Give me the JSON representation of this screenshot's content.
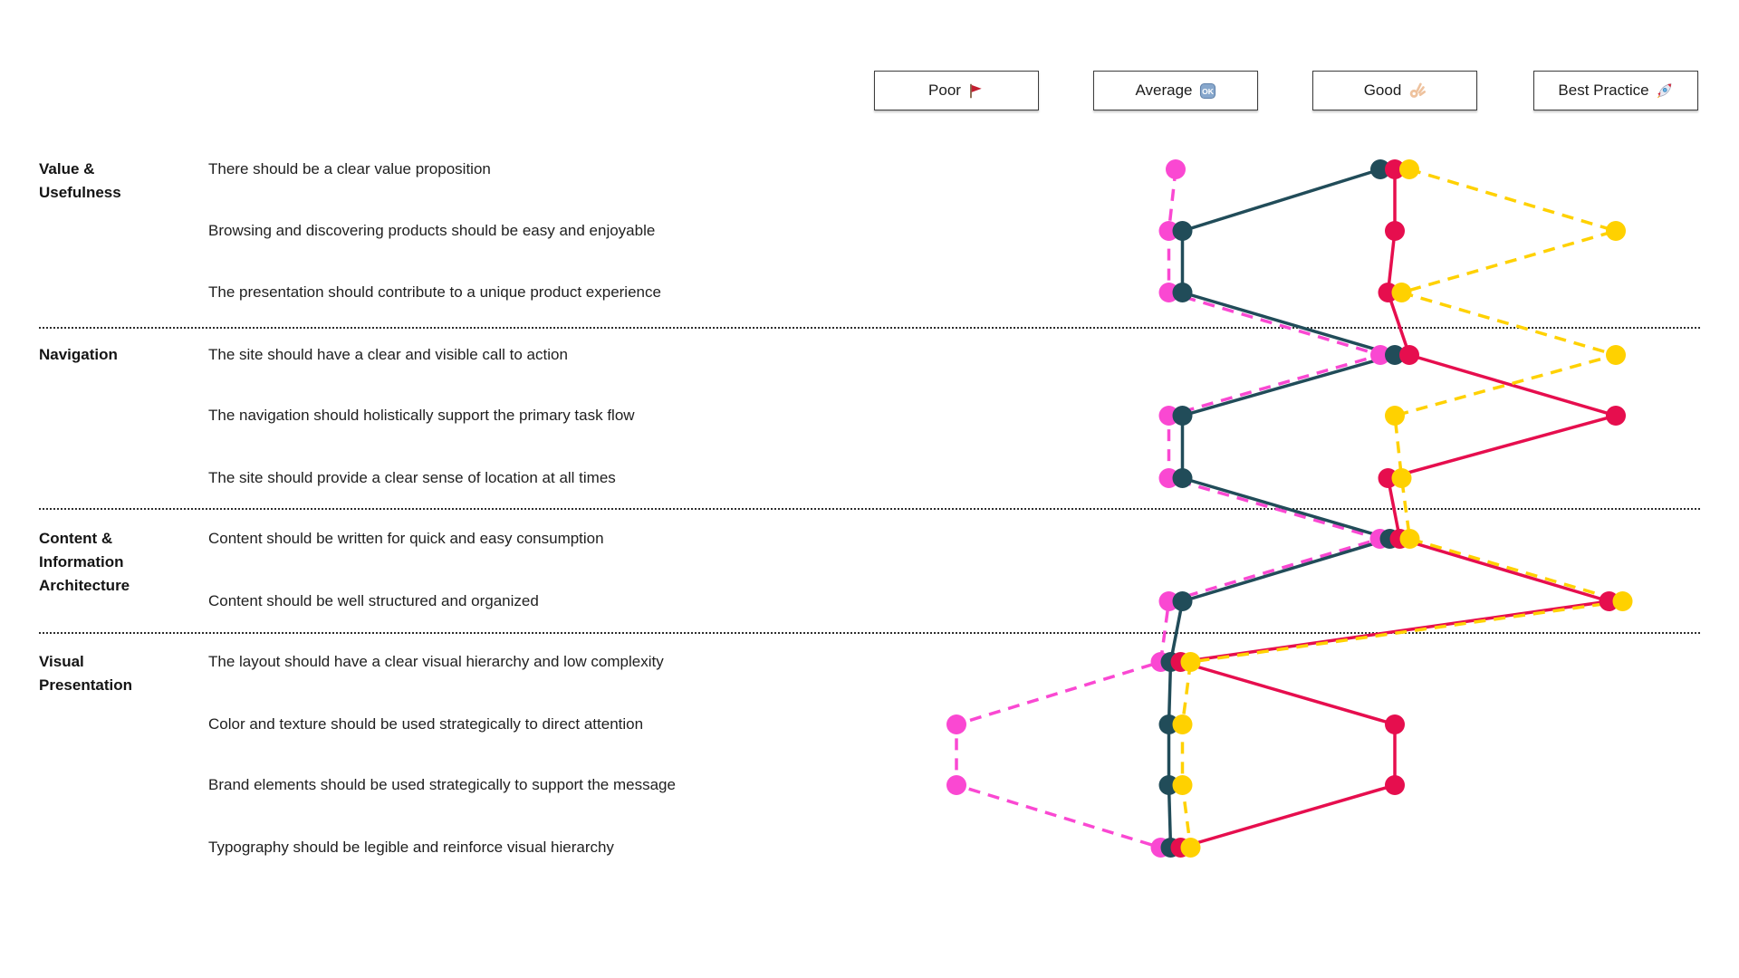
{
  "columns": [
    {
      "label": "Poor",
      "icon": "flag-icon"
    },
    {
      "label": "Average",
      "icon": "ok-button-icon"
    },
    {
      "label": "Good",
      "icon": "ok-hand-icon"
    },
    {
      "label": "Best Practice",
      "icon": "rocket-icon"
    }
  ],
  "groups": [
    {
      "label": "Value & Usefulness",
      "criteria": [
        "There should be a clear value proposition",
        "Browsing and discovering products should be easy and enjoyable",
        "The presentation should contribute to a unique product experience"
      ]
    },
    {
      "label": "Navigation",
      "criteria": [
        "The site should have a clear and visible call to action",
        "The navigation should holistically support the primary task flow",
        "The site should provide a clear sense of location at all times"
      ]
    },
    {
      "label": "Content & Information Architecture",
      "criteria": [
        "Content should be written for quick and easy consumption",
        "Content should be well structured and organized"
      ]
    },
    {
      "label": "Visual Presentation",
      "criteria": [
        "The layout should have a clear visual hierarchy and low complexity",
        "Color and texture should be used strategically to direct attention",
        "Brand elements should be used strategically to support the message",
        "Typography should be legible and reinforce visual hierarchy"
      ]
    }
  ],
  "chart_data": {
    "type": "line",
    "subtype": "dot-matrix-slope-chart",
    "columns": [
      "Poor",
      "Average",
      "Good",
      "Best Practice"
    ],
    "rows": [
      "There should be a clear value proposition",
      "Browsing and discovering products should be easy and enjoyable",
      "The presentation should contribute to a unique product experience",
      "The site should have a clear and visible call to action",
      "The navigation should holistically support the primary task flow",
      "The site should provide a clear sense of location at all times",
      "Content should be written for quick and easy consumption",
      "Content should be well structured and organized",
      "The layout should have a clear visual hierarchy and low complexity",
      "Color and texture should be used strategically to direct attention",
      "Brand elements should be used strategically to support the message",
      "Typography should be legible and reinforce visual hierarchy"
    ],
    "row_groups": [
      {
        "label": "Value & Usefulness",
        "rows": [
          0,
          1,
          2
        ]
      },
      {
        "label": "Navigation",
        "rows": [
          3,
          4,
          5
        ]
      },
      {
        "label": "Content & Information Architecture",
        "rows": [
          6,
          7
        ]
      },
      {
        "label": "Visual Presentation",
        "rows": [
          8,
          9,
          10,
          11
        ]
      }
    ],
    "value_legend": "0=Poor, 1=Average, 2=Good, 3=Best Practice",
    "series": [
      {
        "name": "series-pink",
        "color": "#FA48D2",
        "line_style": "dashed",
        "values": [
          1,
          1,
          1,
          2,
          1,
          1,
          2,
          1,
          1,
          0,
          0,
          1
        ]
      },
      {
        "name": "series-teal",
        "color": "#214C59",
        "line_style": "solid",
        "values": [
          2,
          1,
          1,
          2,
          1,
          1,
          2,
          1,
          1,
          1,
          1,
          1
        ]
      },
      {
        "name": "series-red",
        "color": "#E60E4E",
        "line_style": "solid",
        "values": [
          2,
          2,
          2,
          2,
          3,
          2,
          2,
          3,
          1,
          2,
          2,
          1
        ]
      },
      {
        "name": "series-yellow",
        "color": "#FFD100",
        "line_style": "dashed",
        "values": [
          2,
          3,
          2,
          3,
          2,
          2,
          2,
          3,
          1,
          1,
          1,
          1
        ]
      }
    ],
    "legend_position": "top",
    "grid": "off"
  }
}
